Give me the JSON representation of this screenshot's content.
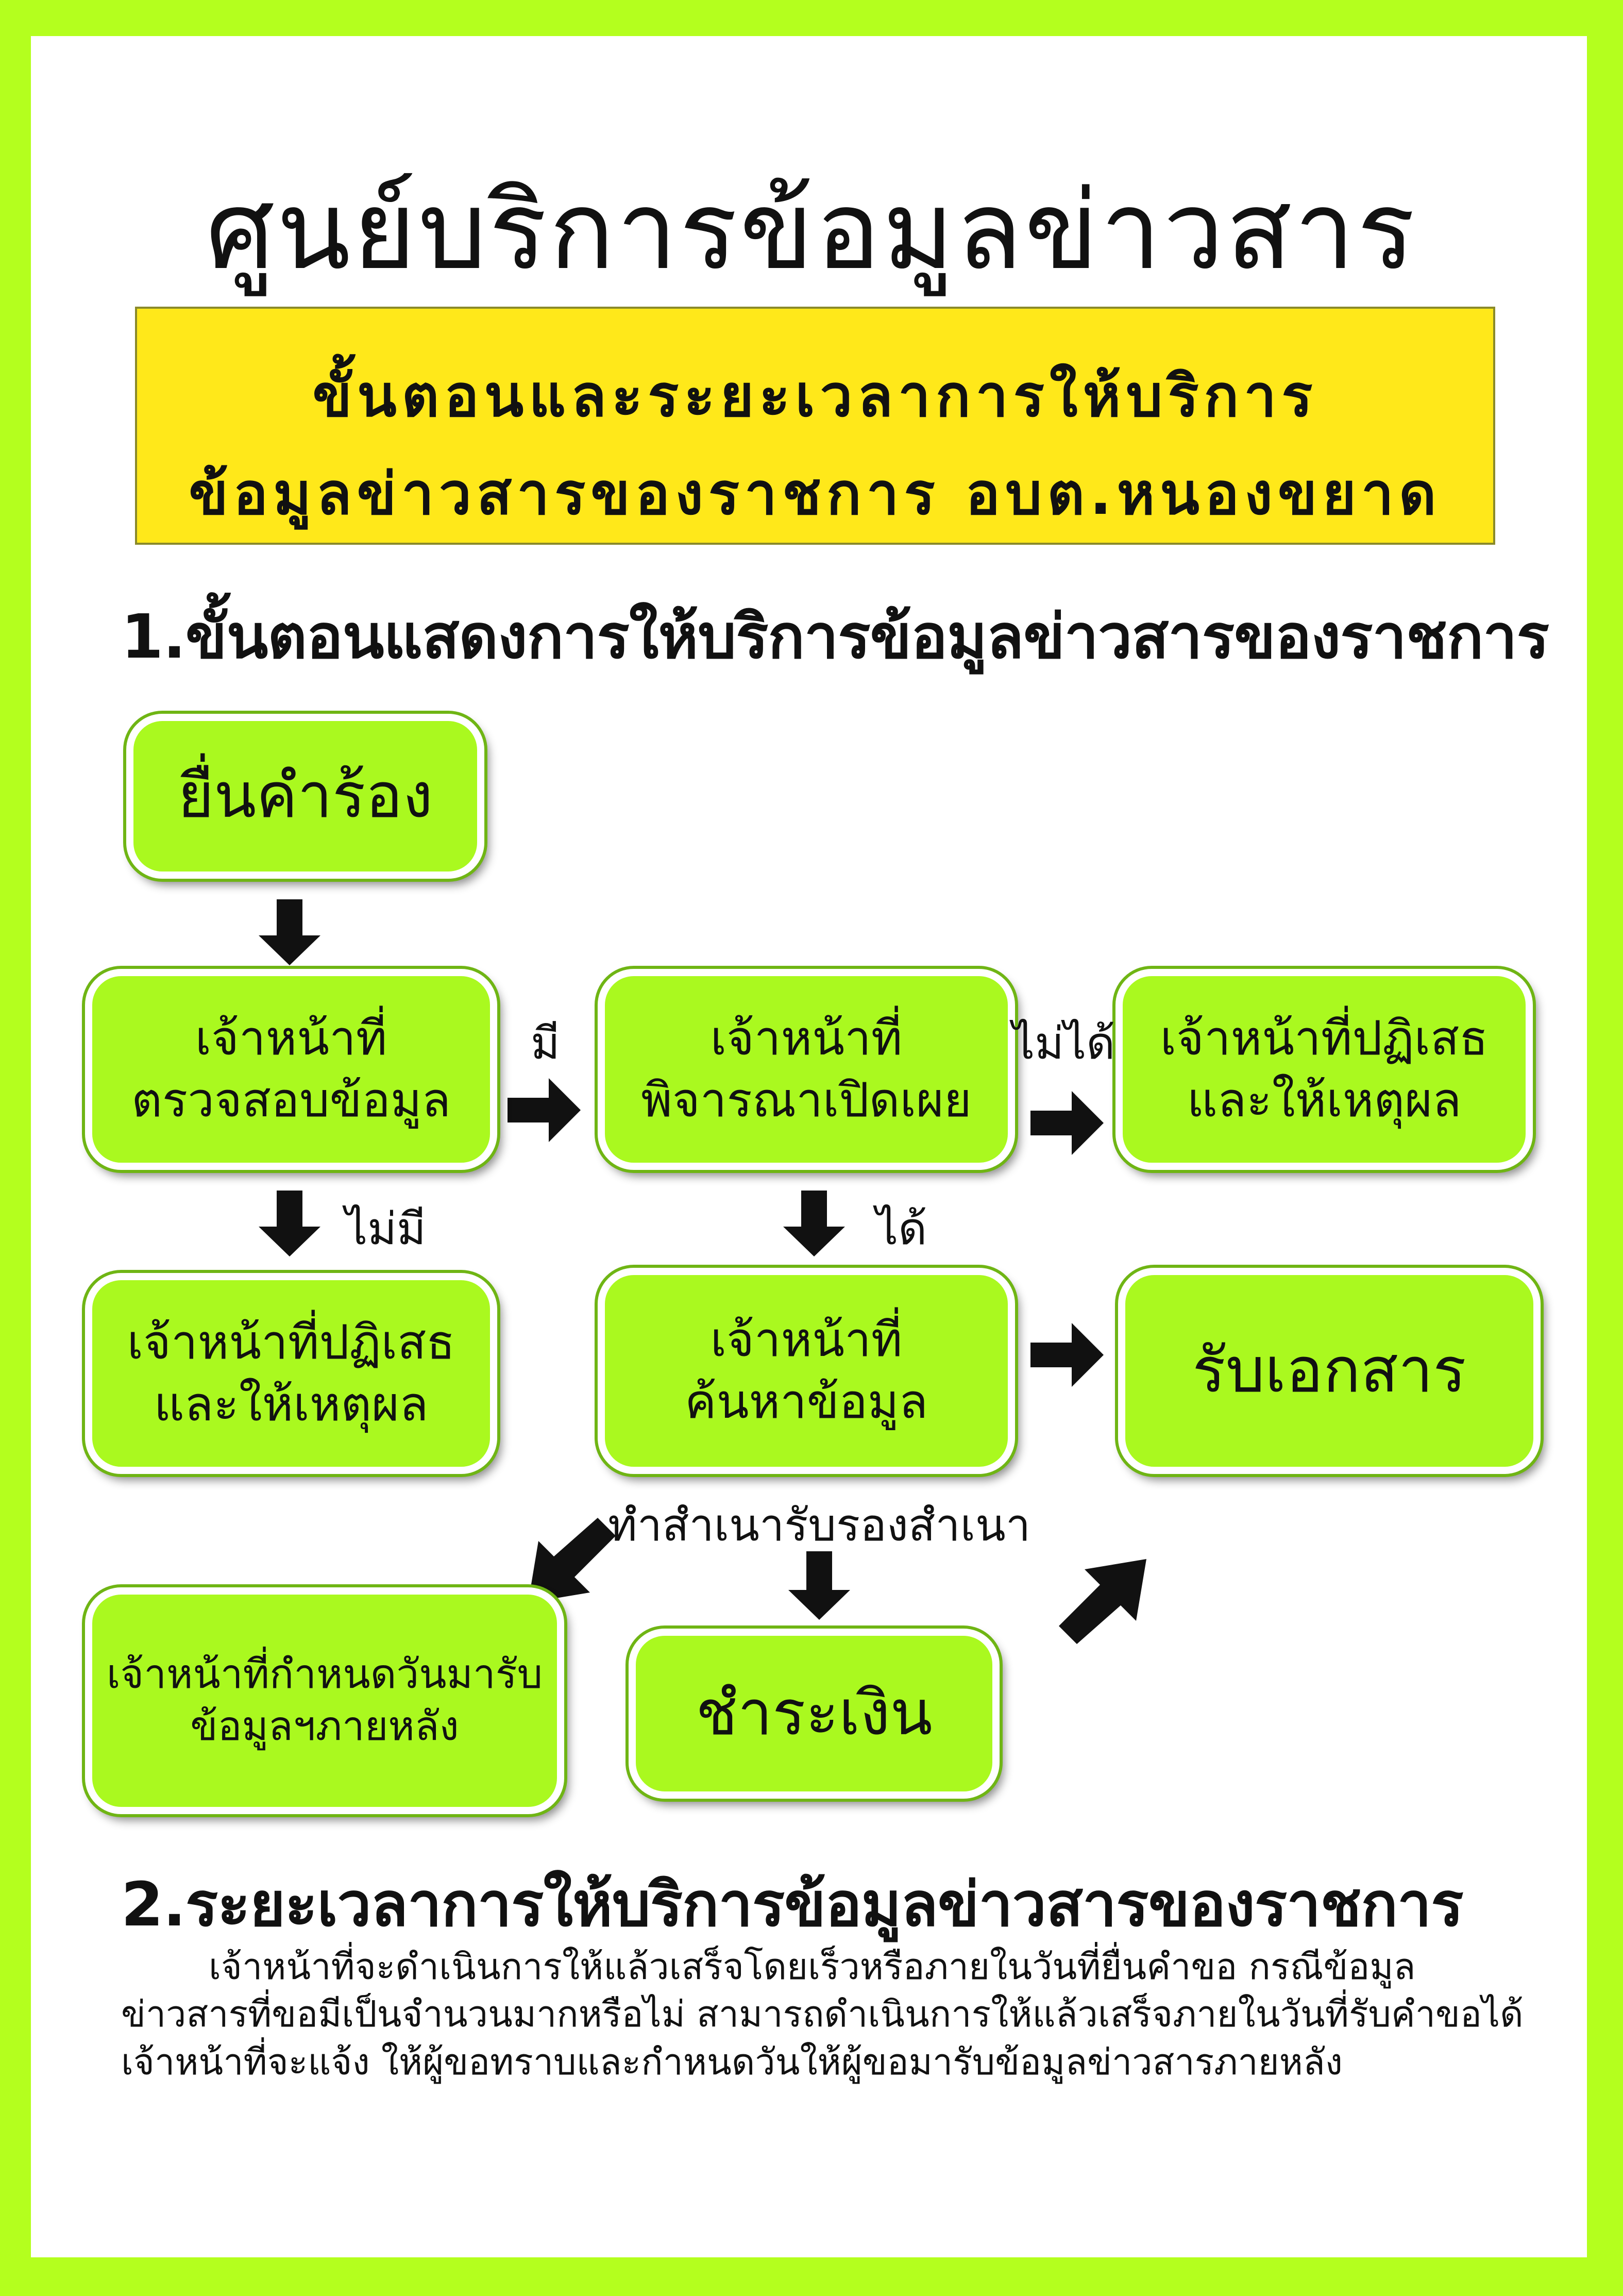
{
  "title": "ศูนย์บริการข้อมูลข่าวสาร",
  "subtitle": {
    "line1": "ขั้นตอนและระยะเวลาการให้บริการ",
    "line2": "ข้อมูลข่าวสารของราชการ อบต.หนองขยาด"
  },
  "section1_heading": "1.ขั้นตอนแสดงการให้บริการข้อมูลข่าวสารของราชการ",
  "flowchart": {
    "submit": [
      "ยื่นคำร้อง"
    ],
    "check": [
      "เจ้าหน้าที่",
      "ตรวจสอบข้อมูล"
    ],
    "consider": [
      "เจ้าหน้าที่",
      "พิจารณาเปิดเผย"
    ],
    "reject_right": [
      "เจ้าหน้าที่ปฏิเสธ",
      "และให้เหตุผล"
    ],
    "reject_left": [
      "เจ้าหน้าที่ปฏิเสธ",
      "และให้เหตุผล"
    ],
    "search": [
      "เจ้าหน้าที่",
      "ค้นหาข้อมูล"
    ],
    "receive": [
      "รับเอกสาร"
    ],
    "schedule": [
      "เจ้าหน้าที่กำหนดวันมารับ",
      "ข้อมูลฯภายหลัง"
    ],
    "pay": [
      "ชำระเงิน"
    ],
    "label_have": "มี",
    "label_cannot": "ไม่ได้",
    "label_none": "ไม่มี",
    "label_can": "ได้",
    "label_copy": "ทำสำเนารับรองสำเนา"
  },
  "section2_heading": "2.ระยะเวลาการให้บริการข้อมูลข่าวสารของราชการ",
  "section2_body": [
    "เจ้าหน้าที่จะดำเนินการให้แล้วเสร็จโดยเร็วหรือภายในวันที่ยื่นคำขอ กรณีข้อมูล",
    "ข่าวสารที่ขอมีเป็นจำนวนมากหรือไม่ สามารถดำเนินการให้แล้วเสร็จภายในวันที่รับคำขอได้",
    "เจ้าหน้าที่จะแจ้ง ให้ผู้ขอทราบและกำหนดวันให้ผู้ขอมารับข้อมูลข่าวสารภายหลัง"
  ],
  "colors": {
    "border_green": "#b4ff1e",
    "node_green": "#aaf91f",
    "subtitle_yellow": "#ffe81a"
  }
}
